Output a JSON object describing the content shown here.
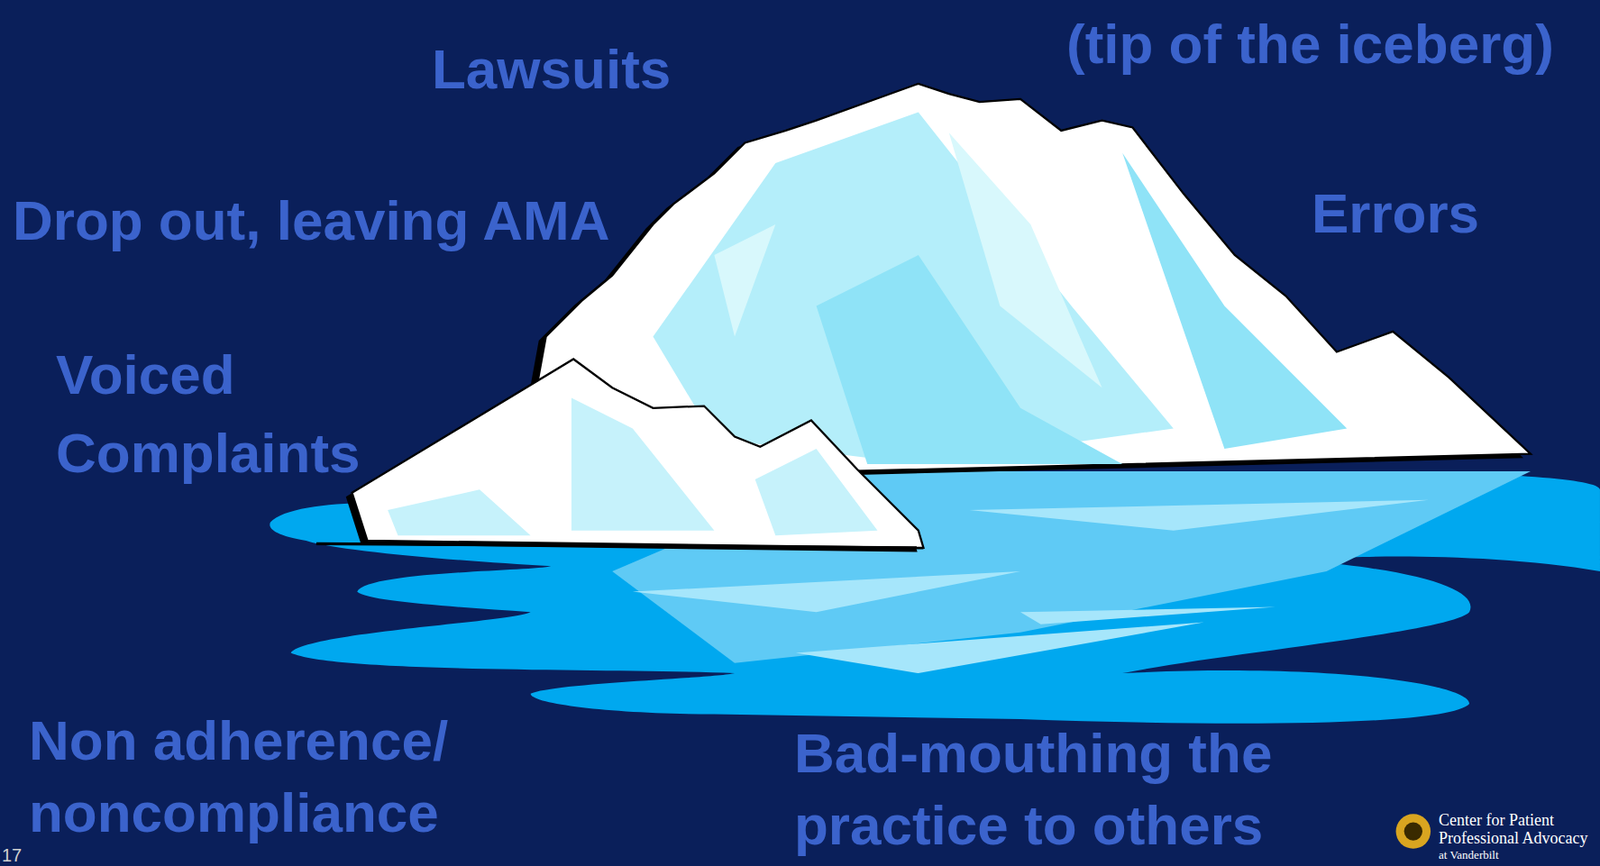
{
  "diagram": {
    "labels": [
      "Lawsuits",
      "(tip of the iceberg)",
      "Drop out, leaving AMA",
      "Errors",
      "Voiced Complaints",
      "Non adherence/ noncompliance",
      "Bad-mouthing the practice to others",
      "17",
      "Center for Patient",
      "Professional Advocacy",
      "at Vanderbilt"
    ]
  }
}
